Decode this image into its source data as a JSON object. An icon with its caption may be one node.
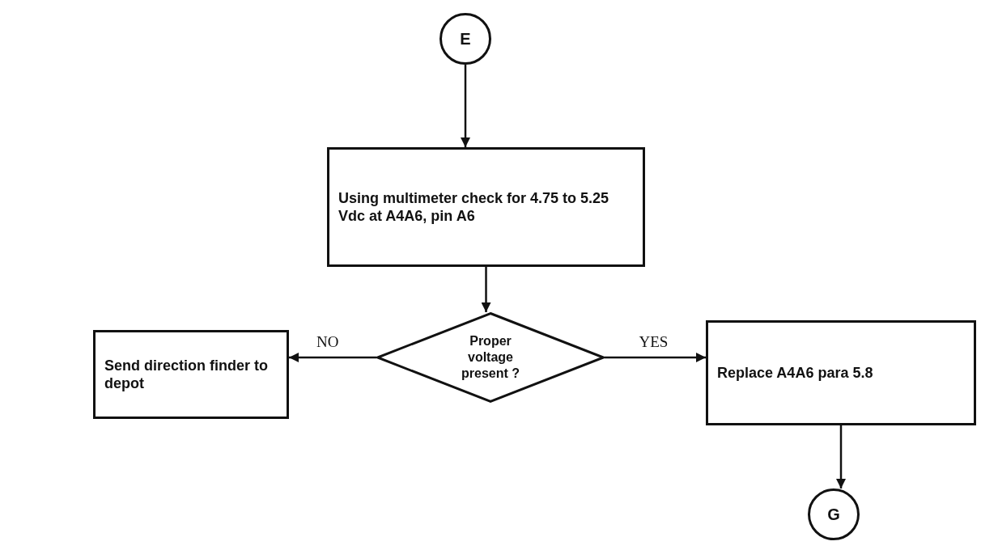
{
  "diagram": {
    "nodes": [
      {
        "text": [
          "E"
        ]
      },
      {
        "text": [
          "Using multimeter check for 4.75 to 5.25 Vdc at A4A6, pin A6"
        ]
      },
      {
        "text": [
          "Proper voltage present ?"
        ]
      },
      {
        "text": [
          "Send direction finder to depot"
        ]
      },
      {
        "text": [
          "Replace A4A6 para 5.8"
        ]
      },
      {
        "text": [
          "G"
        ]
      }
    ],
    "edges": [
      {
        "from": 0,
        "to": 1,
        "arrow": "to"
      },
      {
        "from": 1,
        "to": 2,
        "arrow": "to"
      },
      {
        "from": 2,
        "to": 3,
        "arrow": "to",
        "label": "NO"
      },
      {
        "from": 2,
        "to": 4,
        "arrow": "to",
        "label": "YES"
      },
      {
        "from": 4,
        "to": 5,
        "arrow": "to"
      }
    ]
  }
}
